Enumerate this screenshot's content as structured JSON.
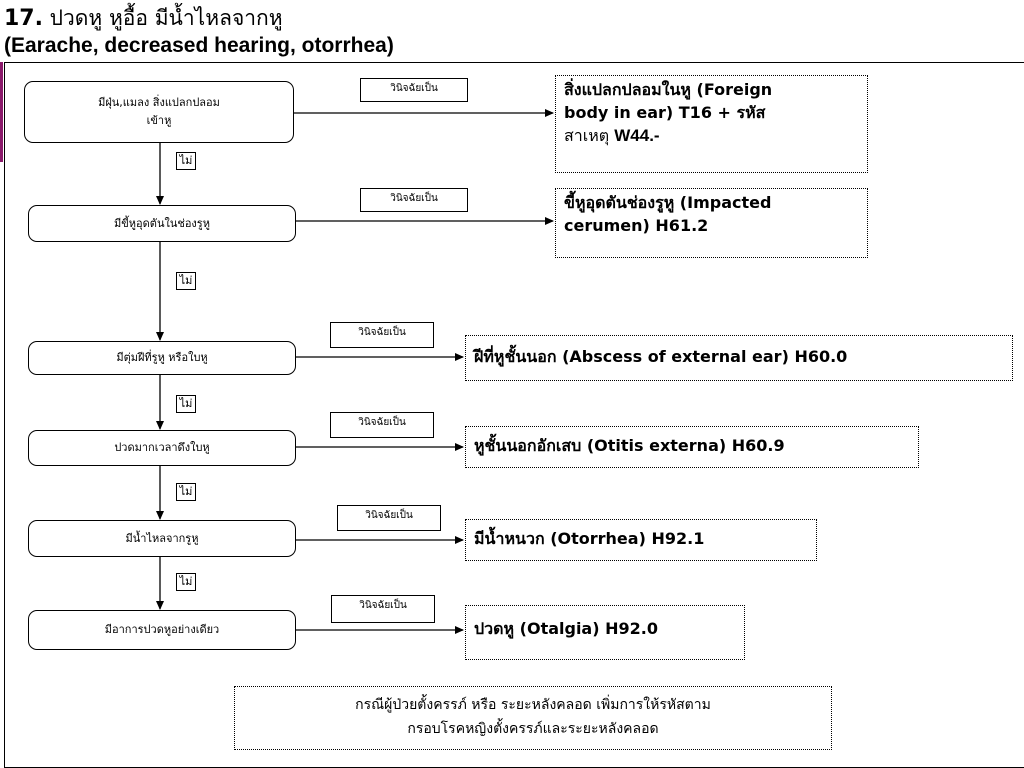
{
  "header": {
    "number": "17.",
    "title_thai": "ปวดหู หูอื้อ มีน้ำไหลจากหู",
    "title_english": "(Earache, decreased hearing, otorrhea)"
  },
  "diagnosis_label": "วินิจฉัยเป็น",
  "no_label": "ไม่",
  "steps": [
    {
      "line1": "มีฝุ่น,แมลง สิ่งแปลกปลอม",
      "line2": "เข้าหู"
    },
    {
      "line1": "มีขี้หูอุดตันในช่องรูหู"
    },
    {
      "line1": "มีตุ่มฝีที่รูหู หรือใบหู"
    },
    {
      "line1": "ปวดมากเวลาดึงใบหู"
    },
    {
      "line1": "มีน้ำไหลจากรูหู"
    },
    {
      "line1": "มีอาการปวดหูอย่างเดียว"
    }
  ],
  "diagnoses": [
    {
      "line1": "สิ่งแปลกปลอมในหู (Foreign",
      "line2": "body in ear) T16 + รหัส",
      "line3_a": "สาเหตุ ",
      "line3_b": "W44.-"
    },
    {
      "line1": "ขี้หูอุดตันช่องรูหู (Impacted",
      "line2": "cerumen) H61.2"
    },
    {
      "line1": "ฝีที่หูชั้นนอก (Abscess of external ear) H60.0"
    },
    {
      "line1": "หูชั้นนอกอักเสบ (Otitis externa) H60.9"
    },
    {
      "line1": "มีน้ำหนวก (Otorrhea) H92.1"
    },
    {
      "line1": "ปวดหู (Otalgia) H92.0"
    }
  ],
  "note": {
    "line1": "กรณีผู้ป่วยตั้งครรภ์ หรือ ระยะหลังคลอด เพิ่มการให้รหัสตาม",
    "line2": "กรอบโรคหญิงตั้งครรภ์และระยะหลังคลอด"
  }
}
